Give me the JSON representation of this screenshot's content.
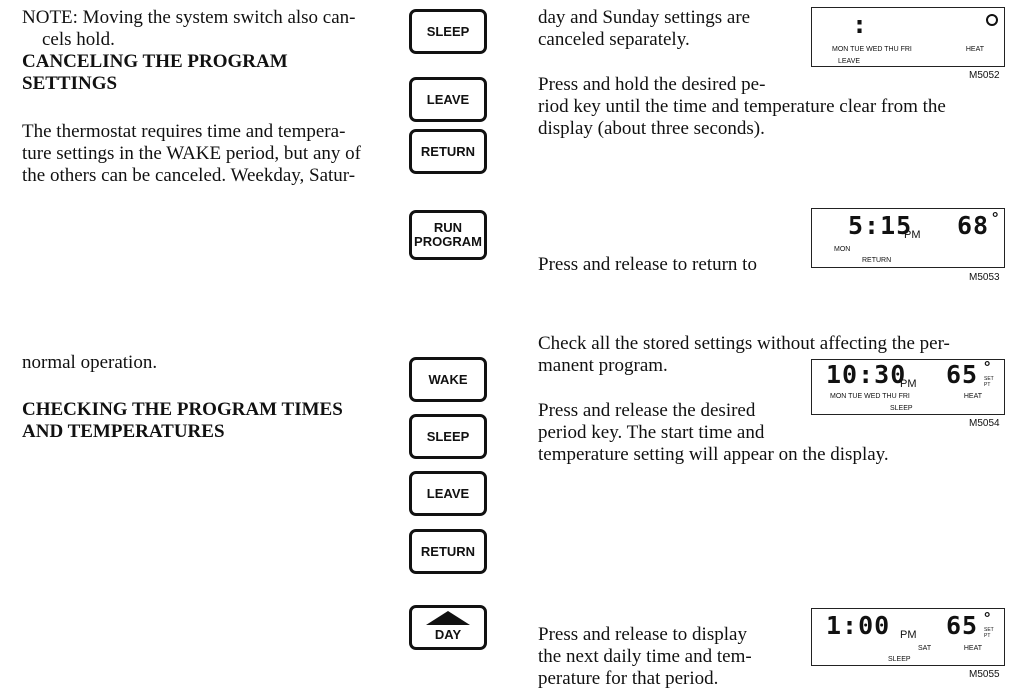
{
  "left": {
    "note_line1": "NOTE: Moving the system switch also can-",
    "note_line2": "cels hold.",
    "heading1_line1": "CANCELING THE PROGRAM",
    "heading1_line2": "SETTINGS",
    "para1_line1": "The thermostat requires time and tempera-",
    "para1_line2": "ture settings in the WAKE period, but any of",
    "para1_line3": "the others can be canceled. Weekday, Satur-",
    "normal_op": "normal operation.",
    "heading2_line1": "CHECKING THE PROGRAM TIMES",
    "heading2_line2": "AND TEMPERATURES"
  },
  "buttons": {
    "sleep1": "SLEEP",
    "leave1": "LEAVE",
    "return1": "RETURN",
    "run_line1": "RUN",
    "run_line2": "PROGRAM",
    "wake": "WAKE",
    "sleep2": "SLEEP",
    "leave2": "LEAVE",
    "return2": "RETURN",
    "day": "DAY"
  },
  "right": {
    "p1_line1": "day and Sunday settings are",
    "p1_line2": "canceled separately.",
    "p2_line1": "Press and hold the desired pe-",
    "p2_line2": "riod key until the time and temperature clear from the",
    "p2_line3": "display (about three seconds).",
    "p3": "Press and release to return to",
    "p4_line1": "Check all the stored settings without affecting the per-",
    "p4_line2": "manent program.",
    "p5_line1": "Press and release the desired",
    "p5_line2": "period key. The start time and",
    "p5_line3": "temperature setting will appear on the display.",
    "p6_line1": "Press and release to display",
    "p6_line2": "the next daily time and tem-",
    "p6_line3": "perature for that period."
  },
  "displays": {
    "d1": {
      "time": ":",
      "days": "MON  TUE  WED  THU  FRI",
      "period": "LEAVE",
      "mode": "HEAT",
      "figure": "M5052"
    },
    "d2": {
      "time": "5:15",
      "ampm": "PM",
      "temp": "68",
      "days": "MON",
      "period": "RETURN",
      "figure": "M5053"
    },
    "d3": {
      "time": "10:30",
      "ampm": "PM",
      "temp": "65",
      "setpt": "SET PT",
      "days": "MON  TUE  WED  THU  FRI",
      "period": "SLEEP",
      "mode": "HEAT",
      "figure": "M5054"
    },
    "d4": {
      "time": "1:00",
      "ampm": "PM",
      "temp": "65",
      "setpt": "SET PT",
      "days": "SAT",
      "period": "SLEEP",
      "mode": "HEAT",
      "figure": "M5055"
    }
  }
}
